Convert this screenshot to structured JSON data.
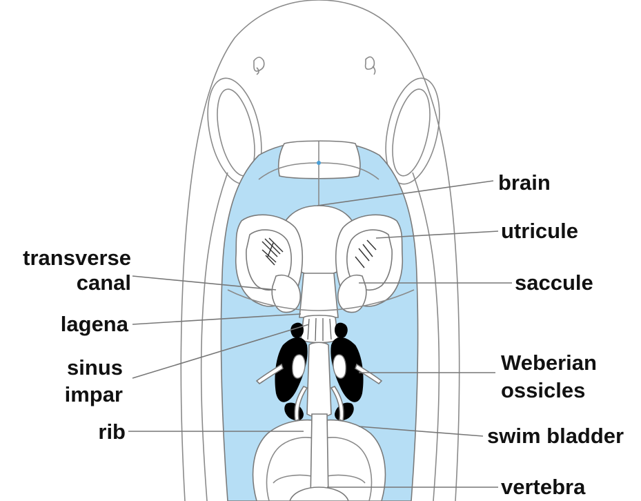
{
  "diagram": {
    "colors": {
      "background": "#ffffff",
      "blue_region": "#b6def5",
      "outline": "#8a8a8a",
      "black_structure": "#000000",
      "label_text": "#111111"
    },
    "labels": {
      "brain": "brain",
      "utricule": "utricule",
      "transverse_line1": "transverse",
      "transverse_line2": "canal",
      "saccule": "saccule",
      "lagena": "lagena",
      "sinus_line1": "sinus",
      "sinus_line2": "impar",
      "weberian_line1": "Weberian",
      "weberian_line2": "ossicles",
      "rib": "rib",
      "swim_bladder": "swim bladder",
      "vertebra": "vertebra"
    }
  }
}
